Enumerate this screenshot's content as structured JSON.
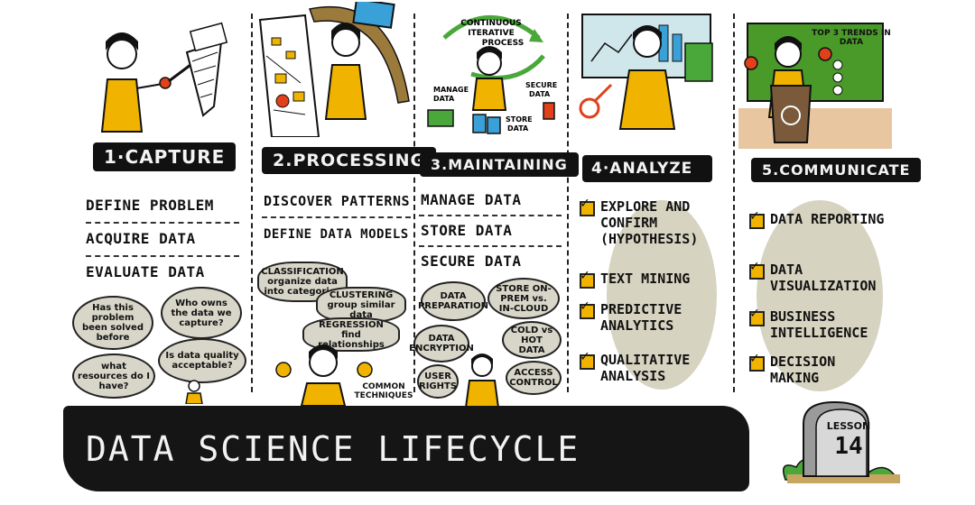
{
  "columns": [
    {
      "banner": "1·CAPTURE",
      "items": [
        "DEFINE PROBLEM",
        "ACQUIRE DATA",
        "EVALUATE DATA"
      ],
      "bubbles": [
        "Has this problem been solved before",
        "Who owns the data we capture?",
        "what resources do I have?",
        "Is data quality acceptable?"
      ]
    },
    {
      "banner": "2.PROCESSING",
      "items": [
        "DISCOVER PATTERNS",
        "DEFINE DATA MODELS"
      ],
      "bubbles": [
        "CLASSIFICATION organize data into categories",
        "CLUSTERING group similar data",
        "REGRESSION find relationships"
      ],
      "caption": "COMMON TECHNIQUES"
    },
    {
      "banner": "3.MAINTAINING",
      "items": [
        "MANAGE DATA",
        "STORE DATA",
        "SECURE DATA"
      ],
      "bubbles": [
        "DATA PREPARATION",
        "STORE ON-PREM vs. IN-CLOUD",
        "DATA ENCRYPTION",
        "COLD vs HOT DATA",
        "USER RIGHTS",
        "ACCESS CONTROL"
      ],
      "illustration_labels": {
        "cycle": "CONTINUOUS ITERATIVE PROCESS",
        "manage": "MANAGE DATA",
        "secure": "SECURE DATA",
        "store": "STORE DATA"
      }
    },
    {
      "banner": "4·ANALYZE",
      "checklist": [
        "EXPLORE AND CONFIRM (HYPOTHESIS)",
        "TEXT MINING",
        "PREDICTIVE ANALYTICS",
        "QUALITATIVE ANALYSIS"
      ]
    },
    {
      "banner": "5.COMMUNICATE",
      "checklist": [
        "DATA REPORTING",
        "DATA VISUALIZATION",
        "BUSINESS INTELLIGENCE",
        "DECISION MAKING"
      ],
      "board_title": "TOP 3 TRENDS IN DATA"
    }
  ],
  "title": "DATA SCIENCE LIFECYCLE",
  "lesson": {
    "label": "LESSON",
    "number": "14"
  },
  "colors": {
    "accent": "#f0b400",
    "ink": "#111111",
    "blob": "#d6d3c0",
    "board": "#4a9a2a",
    "screen": "#cfe6ea"
  },
  "icons": [
    "butterfly-net-icon",
    "pinboard-icon",
    "cycle-arrows-icon",
    "magnifier-icon",
    "podium-icon",
    "milestone-stone-icon"
  ]
}
